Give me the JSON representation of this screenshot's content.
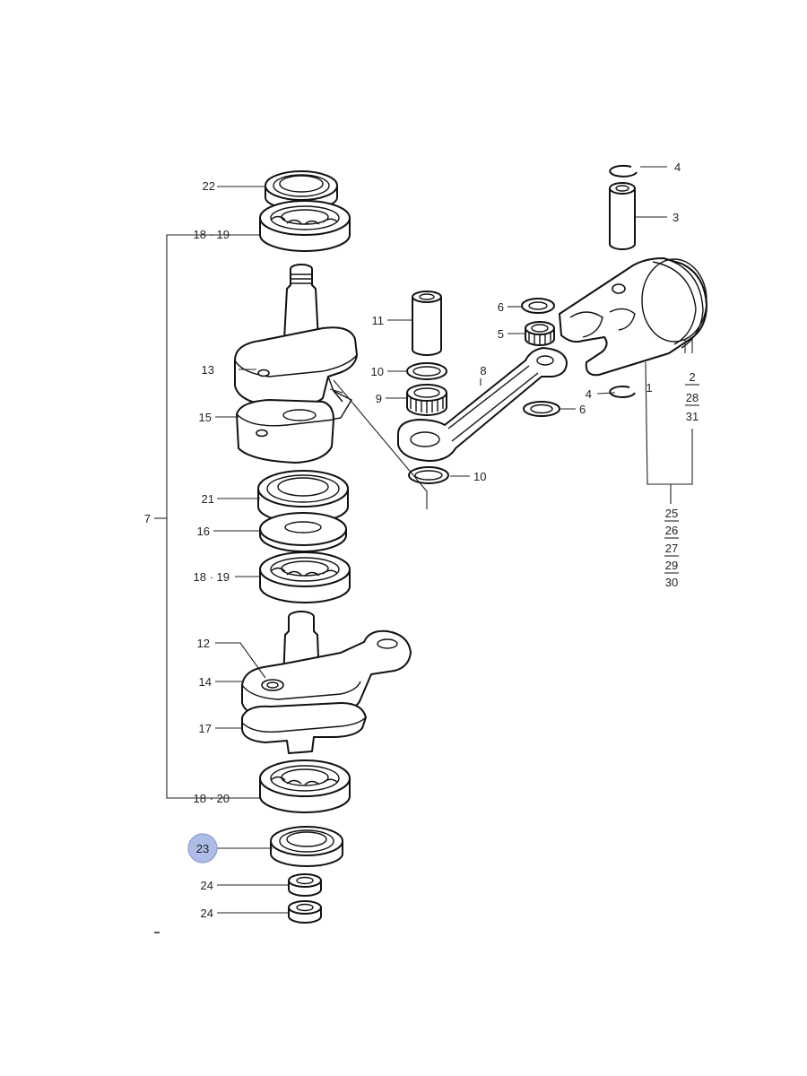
{
  "diagram": {
    "highlight_color": "#aebce8",
    "callouts": [
      {
        "id": "c22",
        "label": "22"
      },
      {
        "id": "c18-19-top",
        "label": "18 · 19"
      },
      {
        "id": "c13",
        "label": "13"
      },
      {
        "id": "c15",
        "label": "15"
      },
      {
        "id": "c7",
        "label": "7"
      },
      {
        "id": "c21",
        "label": "21"
      },
      {
        "id": "c16",
        "label": "16"
      },
      {
        "id": "c18-19-mid",
        "label": "18 · 19"
      },
      {
        "id": "c12",
        "label": "12"
      },
      {
        "id": "c14",
        "label": "14"
      },
      {
        "id": "c17",
        "label": "17"
      },
      {
        "id": "c18-20",
        "label": "18 · 20"
      },
      {
        "id": "c23",
        "label": "23"
      },
      {
        "id": "c24-a",
        "label": "24"
      },
      {
        "id": "c24-b",
        "label": "24"
      },
      {
        "id": "c11",
        "label": "11"
      },
      {
        "id": "c10-top",
        "label": "10"
      },
      {
        "id": "c9",
        "label": "9"
      },
      {
        "id": "c8",
        "label": "8"
      },
      {
        "id": "c10-bottom",
        "label": "10"
      },
      {
        "id": "c6-top",
        "label": "6"
      },
      {
        "id": "c5",
        "label": "5"
      },
      {
        "id": "c4-mid",
        "label": "4"
      },
      {
        "id": "c6-bottom",
        "label": "6"
      },
      {
        "id": "c4-top",
        "label": "4"
      },
      {
        "id": "c3",
        "label": "3"
      },
      {
        "id": "c1",
        "label": "1"
      },
      {
        "id": "c2",
        "label": "2"
      },
      {
        "id": "c28",
        "label": "28"
      },
      {
        "id": "c31",
        "label": "31"
      },
      {
        "id": "c25",
        "label": "25"
      },
      {
        "id": "c26",
        "label": "26"
      },
      {
        "id": "c27",
        "label": "27"
      },
      {
        "id": "c29",
        "label": "29"
      },
      {
        "id": "c30",
        "label": "30"
      }
    ],
    "highlighted_callout": "23"
  }
}
